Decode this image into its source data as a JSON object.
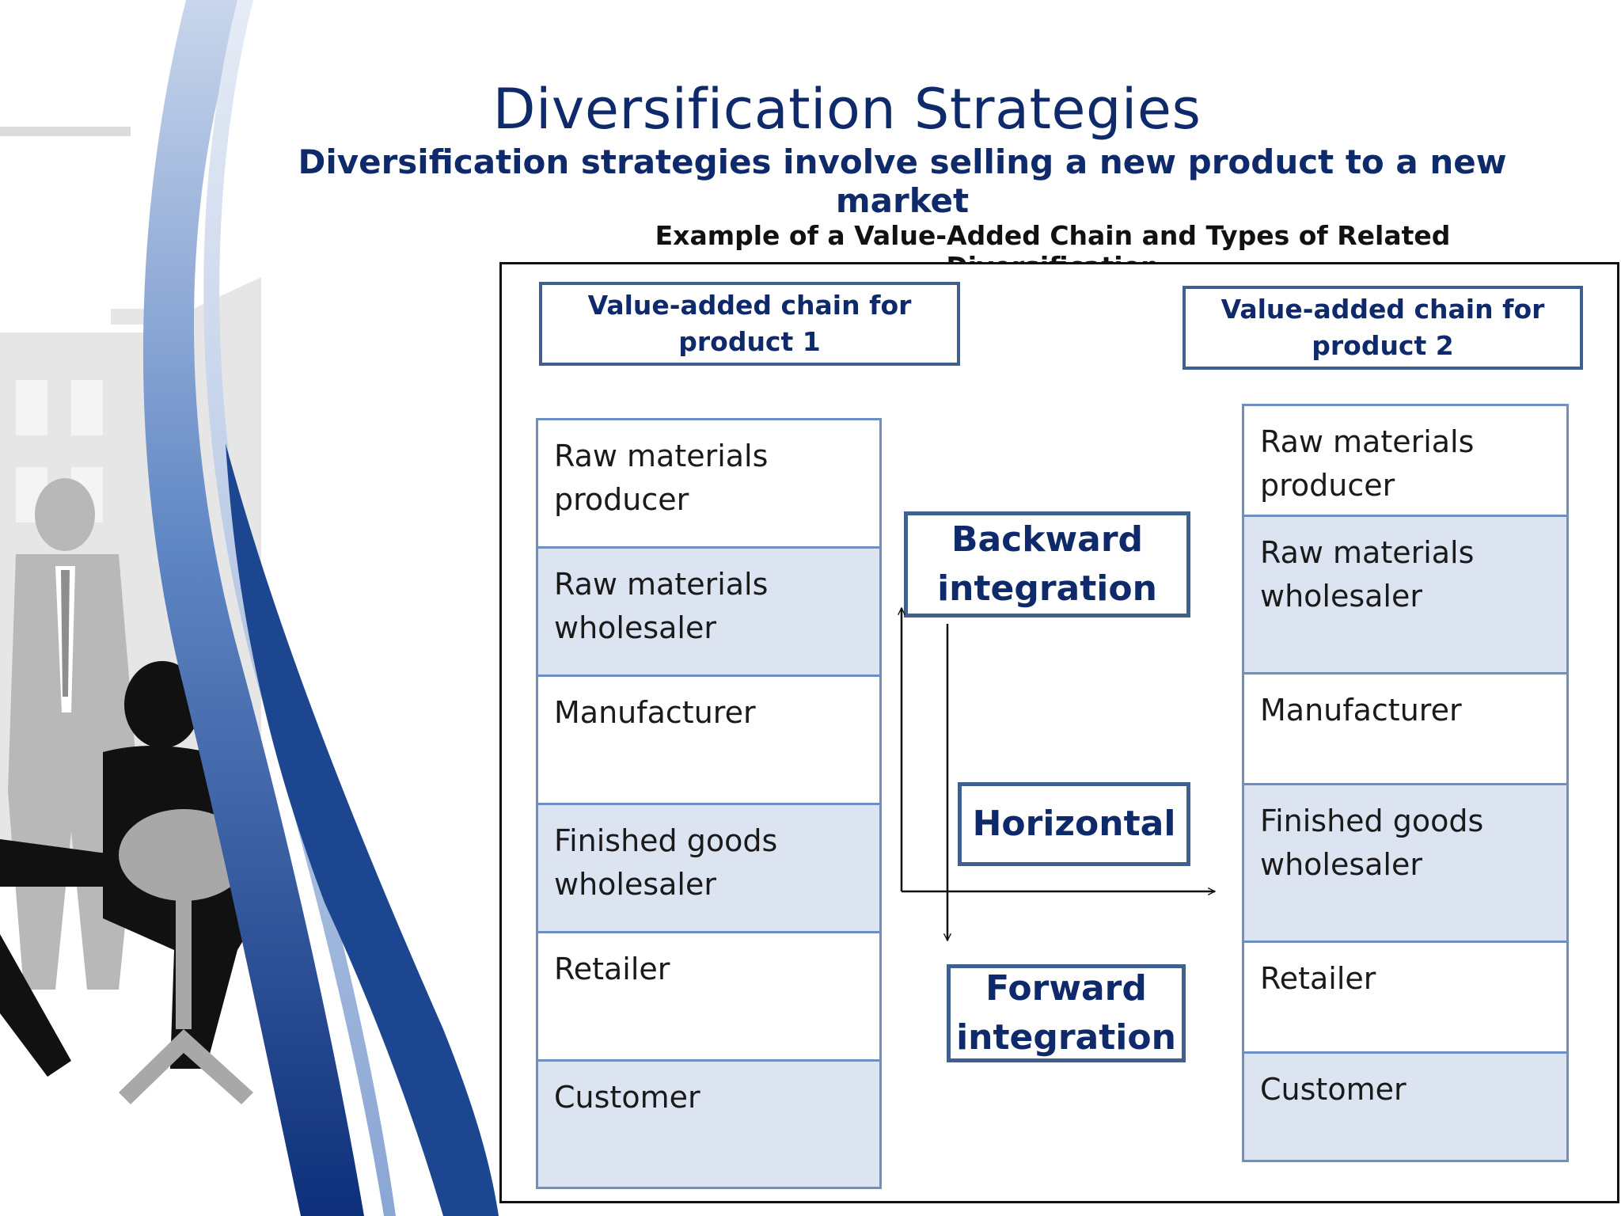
{
  "slide": {
    "title": "Diversification Strategies",
    "subtitle": "Diversification strategies involve selling a new product to a new market"
  },
  "diagram": {
    "caption": "Example of a Value-Added Chain and Types of Related Diversification",
    "chain1": {
      "header": "Value-added chain for product 1",
      "stages": [
        "Raw materials producer",
        "Raw materials wholesaler",
        "Manufacturer",
        "Finished goods wholesaler",
        "Retailer",
        "Customer"
      ]
    },
    "chain2": {
      "header": "Value-added chain for product 2",
      "stages": [
        "Raw materials producer",
        "Raw materials wholesaler",
        "Manufacturer",
        "Finished goods wholesaler",
        "Retailer",
        "Customer"
      ]
    },
    "integration_types": {
      "backward": "Backward integration",
      "horizontal": "Horizontal",
      "forward": "Forward integration"
    }
  },
  "colors": {
    "title": "#0f2a6b",
    "box_border": "#3f5f8f",
    "cell_border": "#6d8fc3",
    "cell_tint": "#dce3f1",
    "swoosh_blue": "#1d4690"
  }
}
